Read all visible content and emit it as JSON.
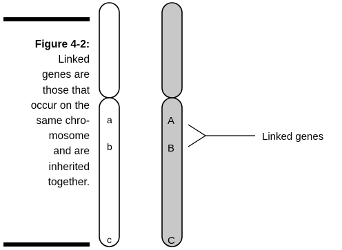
{
  "caption": {
    "label": "Figure 4-2:",
    "body": "Linked\ngenes are\nthose that\noccur on the\nsame chro-\nmosome\nand are\ninherited\ntogether."
  },
  "chromosome_left": {
    "fill": "#ffffff",
    "genes": [
      "a",
      "b",
      "c"
    ]
  },
  "chromosome_right": {
    "fill": "#c8c8c8",
    "genes": [
      "A",
      "B",
      "C"
    ]
  },
  "callout": {
    "label": "Linked genes"
  }
}
